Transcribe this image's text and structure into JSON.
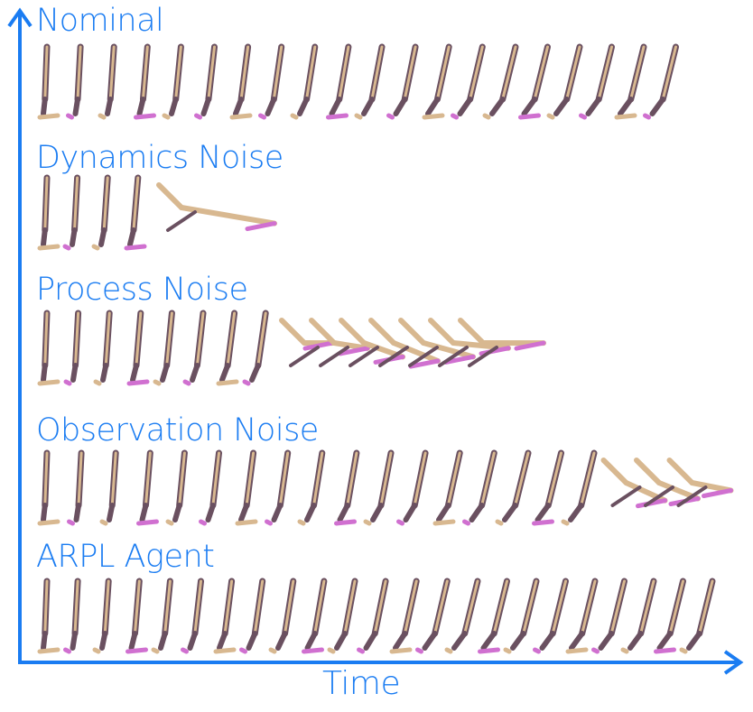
{
  "figure": {
    "x_axis_label": "Time",
    "rows": [
      {
        "label": "Nominal",
        "frame_count": 20,
        "outcome": "completes hop sequence"
      },
      {
        "label": "Dynamics Noise",
        "frame_count": 5,
        "outcome": "falls over"
      },
      {
        "label": "Process Noise",
        "frame_count": 15,
        "outcome": "falls over"
      },
      {
        "label": "Observation Noise",
        "frame_count": 20,
        "outcome": "falls over"
      },
      {
        "label": "ARPL Agent",
        "frame_count": 23,
        "outcome": "completes hop sequence"
      }
    ],
    "colors": {
      "axis": "#1a7cf2",
      "label": "#1a7cf2",
      "limb_light": "#d8b890",
      "limb_dark": "#6a5060",
      "foot_highlight": "#d070d0"
    }
  }
}
